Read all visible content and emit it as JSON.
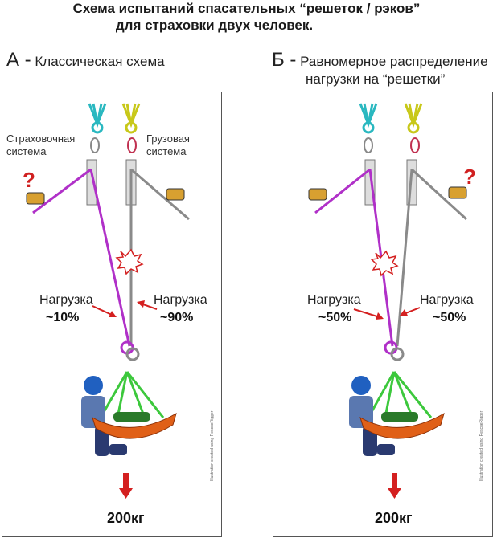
{
  "title": {
    "line1": "Схема испытаний спасательных “решеток / рэков”",
    "line2": "для страховки двух человек."
  },
  "panel_a": {
    "letter": "А -",
    "heading": "Классическая схема",
    "label_left_line1": "Страховочная",
    "label_left_line2": "система",
    "label_right_line1": "Грузовая",
    "label_right_line2": "система",
    "question": "?",
    "load_left": "Нагрузка",
    "pct_left": "~10%",
    "load_right": "Нагрузка",
    "pct_right": "~90%",
    "weight": "200кг",
    "credit": "Illustration created using RescueRigger"
  },
  "panel_b": {
    "letter": "Б -",
    "heading_line1": "Равномерное распределение",
    "heading_line2": "нагрузки на “решетки”",
    "question": "?",
    "load_left": "Нагрузка",
    "pct_left": "~50%",
    "load_right": "Нагрузка",
    "pct_right": "~50%",
    "weight": "200кг",
    "credit": "Illustration created using RescueRigger"
  },
  "colors": {
    "belay_rope": "#b030c8",
    "main_rope": "#8a8a8a",
    "teal_anchor": "#2ab8c0",
    "yellow_anchor": "#c8c81a",
    "arrow_red": "#d42020",
    "stretcher": "#e06018",
    "harness_green": "#3cc83c",
    "helmet": "#2060c0"
  }
}
